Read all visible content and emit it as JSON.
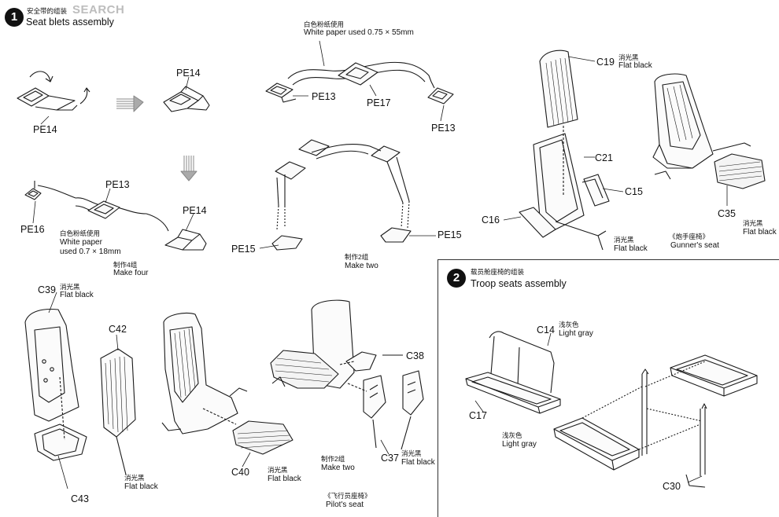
{
  "watermark": "SEARCH",
  "step1": {
    "number": "1",
    "title_cn": "安全带的组装",
    "title_en": "Seat blets assembly"
  },
  "step2": {
    "number": "2",
    "title_cn": "载员舱座椅的组装",
    "title_en": "Troop seats assembly"
  },
  "parts": {
    "pe14_a": "PE14",
    "pe14_b": "PE14",
    "pe14_c": "PE14",
    "pe13_a": "PE13",
    "pe13_b": "PE13",
    "pe13_c": "PE13",
    "pe16": "PE16",
    "pe17": "PE17",
    "pe15_a": "PE15",
    "pe15_b": "PE15",
    "c19": "C19",
    "c21": "C21",
    "c15": "C15",
    "c16": "C16",
    "c35": "C35",
    "c39": "C39",
    "c42": "C42",
    "c43": "C43",
    "c40": "C40",
    "c38": "C38",
    "c37": "C37",
    "c14": "C14",
    "c17": "C17",
    "c30": "C30"
  },
  "notes": {
    "white_paper_top_cn": "白色粉纸使用",
    "white_paper_top_en": "White paper used 0.75 × 55mm",
    "white_paper_left_cn": "白色粉纸使用",
    "white_paper_left_en1": "White paper",
    "white_paper_left_en2": "used 0.7 × 18mm",
    "make_four_cn": "制作4组",
    "make_four_en": "Make four",
    "make_two_a_cn": "制作2组",
    "make_two_a_en": "Make two",
    "make_two_b_cn": "制作2组",
    "make_two_b_en": "Make two",
    "flat_black_c19_cn": "消光黑",
    "flat_black_c19_en": "Flat black",
    "flat_black_mid_cn": "消光黑",
    "flat_black_mid_en": "Flat black",
    "flat_black_c35_cn": "消光黑",
    "flat_black_c35_en": "Flat black",
    "flat_black_c39_cn": "消光黑",
    "flat_black_c39_en": "Flat black",
    "flat_black_c43_cn": "消光黑",
    "flat_black_c43_en": "Flat black",
    "flat_black_c40_cn": "消光黑",
    "flat_black_c40_en": "Flat black",
    "flat_black_c37_cn": "消光黑",
    "flat_black_c37_en": "Flat black",
    "gunner_seat_cn": "《炮手座椅》",
    "gunner_seat_en": "Gunner's seat",
    "pilot_seat_cn": "《飞行员座椅》",
    "pilot_seat_en": "Pilot's seat",
    "light_gray_c14_cn": "浅灰色",
    "light_gray_c14_en": "Light gray",
    "light_gray_c17_cn": "浅灰色",
    "light_gray_c17_en": "Light gray"
  }
}
